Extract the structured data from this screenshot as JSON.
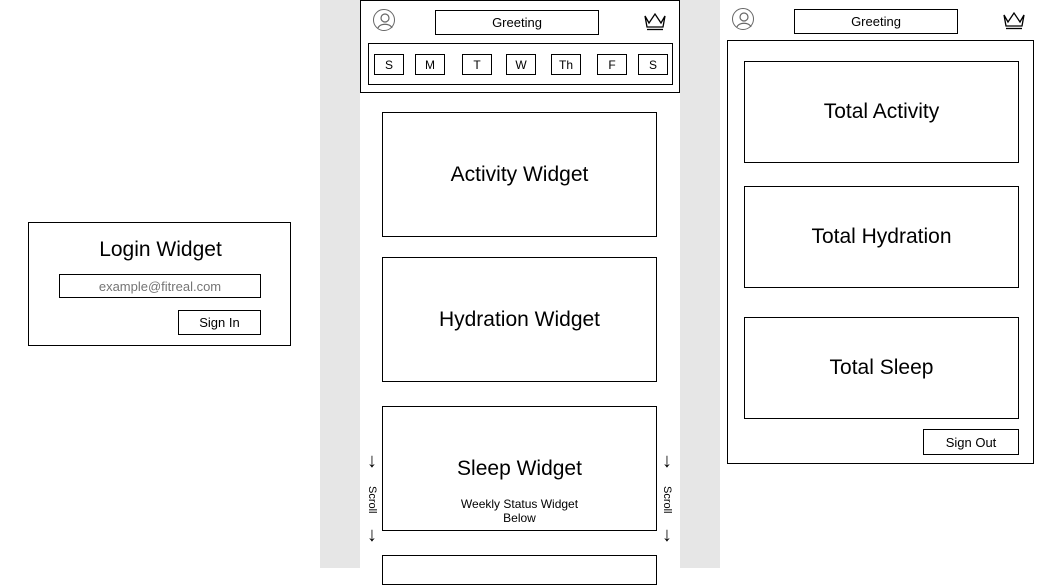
{
  "login": {
    "title": "Login Widget",
    "email_placeholder": "example@fitreal.com",
    "sign_in_label": "Sign In"
  },
  "dashboard": {
    "greeting": "Greeting",
    "days": [
      "S",
      "M",
      "T",
      "W",
      "Th",
      "F",
      "S"
    ],
    "activity_widget": "Activity Widget",
    "hydration_widget": "Hydration Widget",
    "sleep_widget": "Sleep Widget",
    "sleep_note_line1": "Weekly Status Widget",
    "sleep_note_line2": "Below",
    "scroll_label": "Scroll",
    "arrow_glyph": "↓"
  },
  "profile": {
    "greeting": "Greeting",
    "total_activity": "Total Activity",
    "total_hydration": "Total Hydration",
    "total_sleep": "Total Sleep",
    "sign_out_label": "Sign Out"
  },
  "icons": {
    "avatar": "user-avatar-icon",
    "crown": "crown-icon",
    "arrow": "down-arrow-icon"
  }
}
